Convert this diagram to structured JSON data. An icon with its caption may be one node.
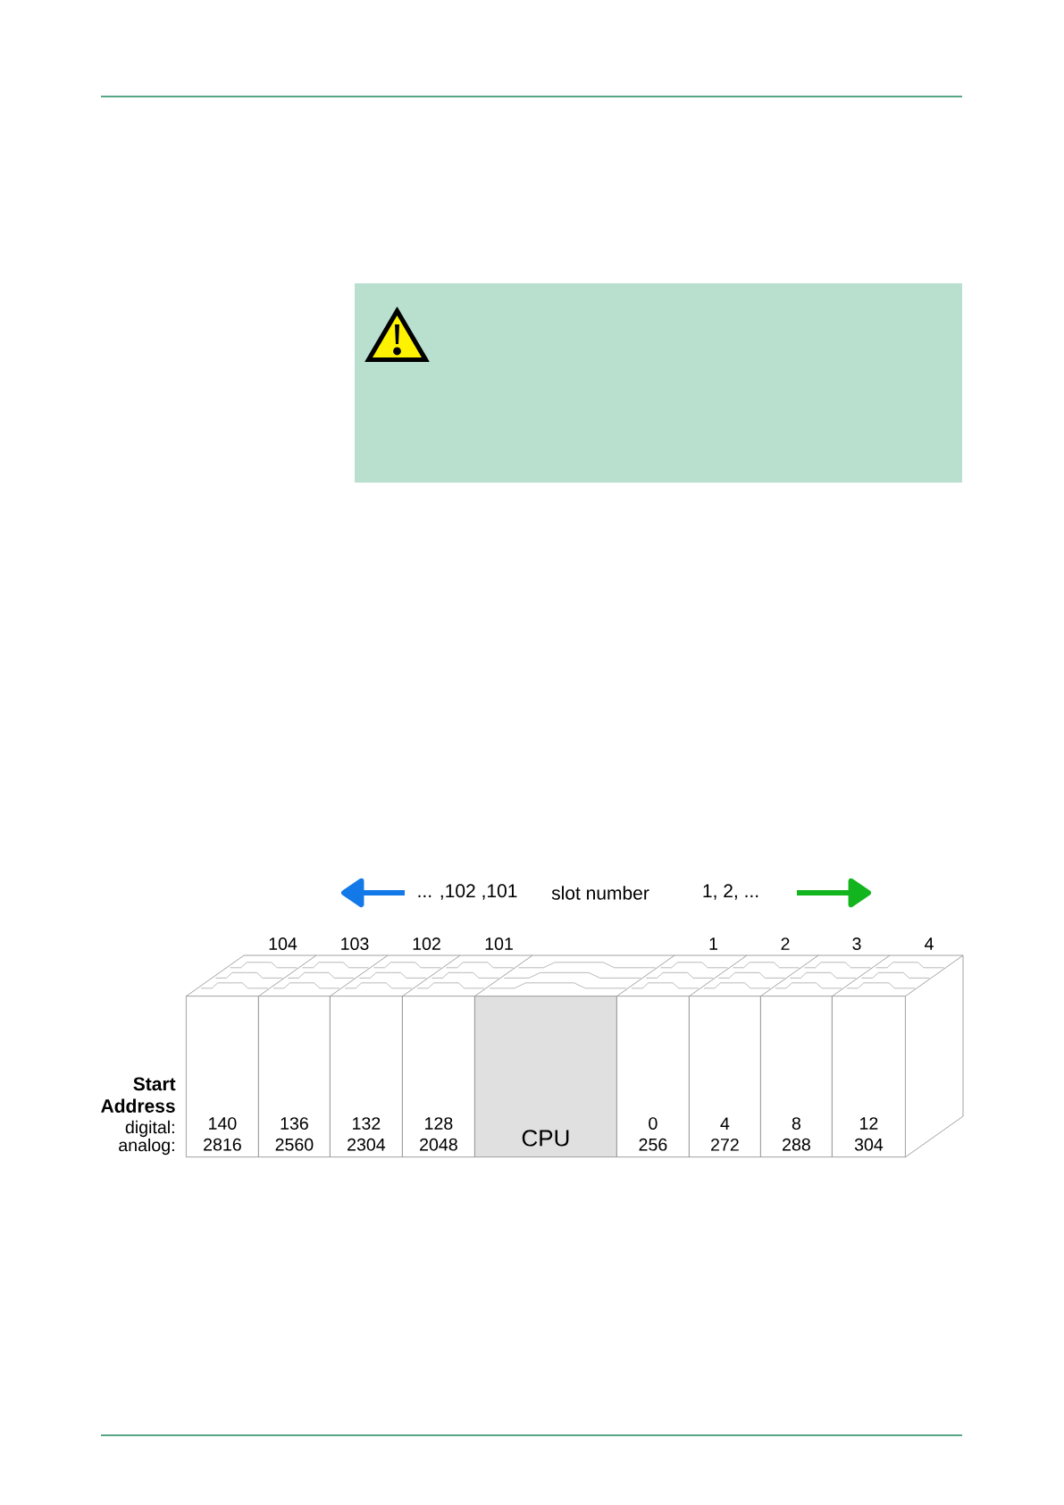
{
  "diagram": {
    "nodes": [
      {
        "text": [
          "140",
          "2816"
        ],
        "beside": [
          "104"
        ]
      },
      {
        "text": [
          "136",
          "2560"
        ],
        "beside": [
          "103"
        ]
      },
      {
        "text": [
          "132",
          "2304"
        ],
        "beside": [
          "102"
        ]
      },
      {
        "text": [
          "128",
          "2048"
        ],
        "beside": [
          "101"
        ]
      },
      {
        "text": [
          "CPU"
        ]
      },
      {
        "text": [
          "0",
          "256"
        ],
        "beside": [
          "1"
        ]
      },
      {
        "text": [
          "4",
          "272"
        ],
        "beside": [
          "2"
        ]
      },
      {
        "text": [
          "8",
          "288"
        ],
        "beside": [
          "3"
        ]
      },
      {
        "text": [
          "12",
          "304"
        ],
        "beside": [
          "4"
        ]
      }
    ],
    "edges": [],
    "labels": [
      "... ,102 ,101",
      "slot number",
      "1, 2, ...",
      "Start Address",
      "digital:",
      "analog:"
    ]
  }
}
